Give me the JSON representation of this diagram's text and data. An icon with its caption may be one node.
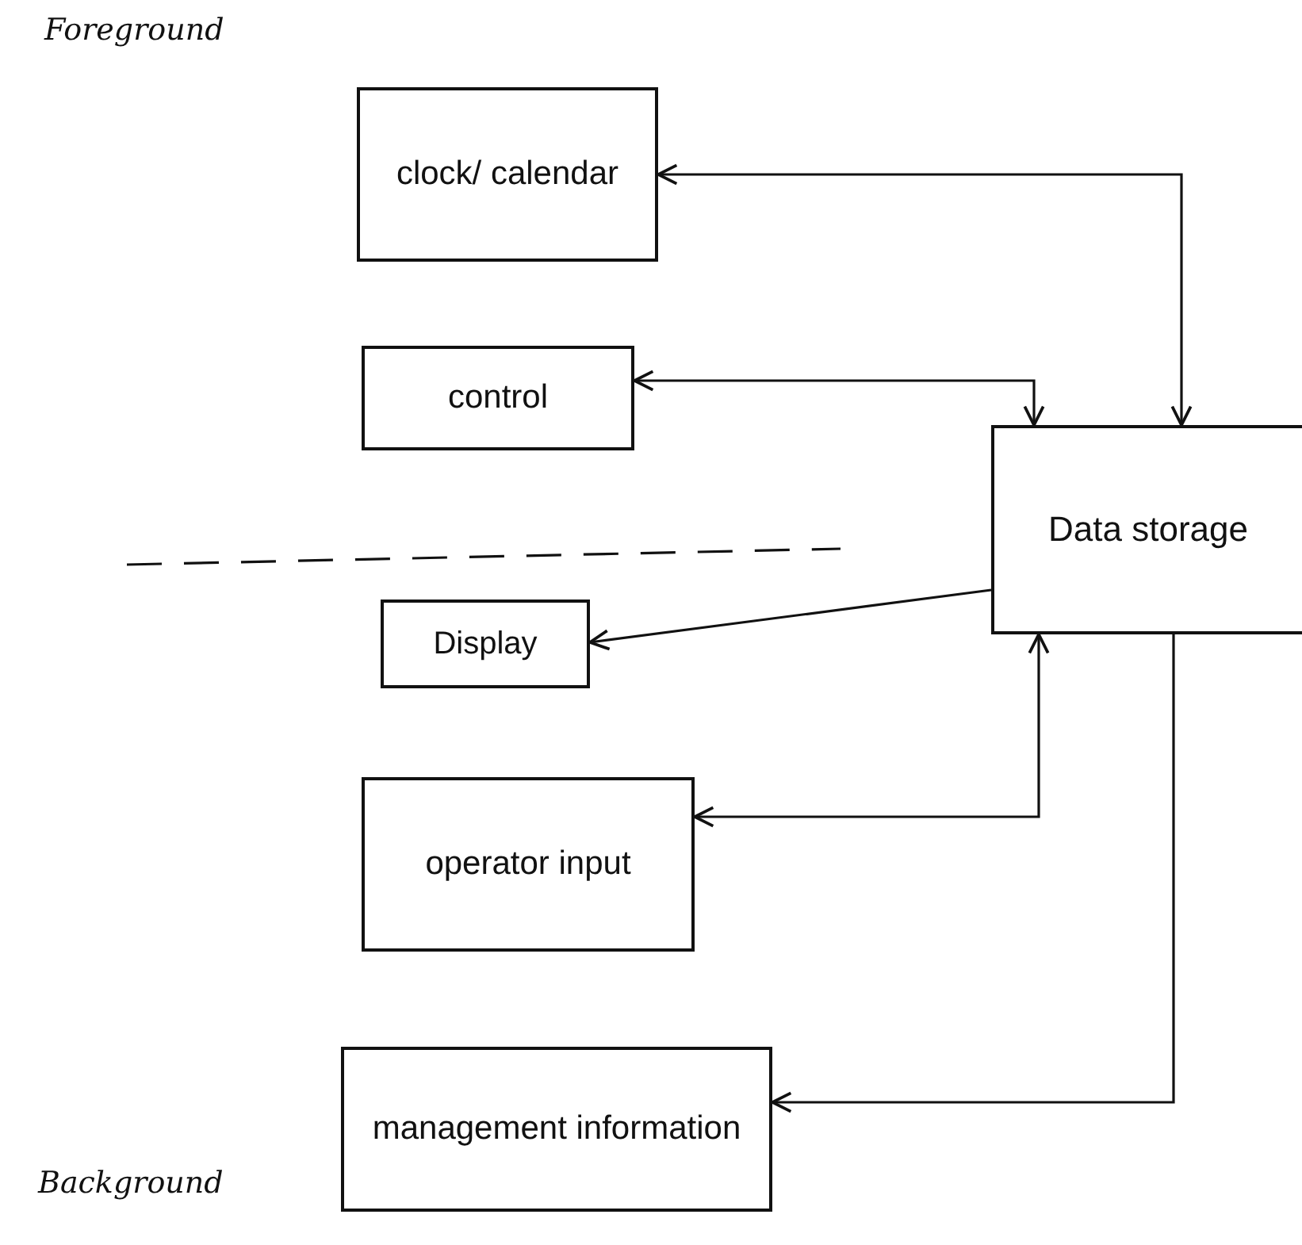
{
  "diagram": {
    "nodes": [
      {
        "text": [
          "clock/ calendar"
        ]
      },
      {
        "text": [
          "control"
        ]
      },
      {
        "text": [
          "Data storage"
        ]
      },
      {
        "text": [
          "Display"
        ]
      },
      {
        "text": [
          "operator input"
        ]
      },
      {
        "text": [
          "management information"
        ]
      }
    ],
    "edges": [
      {
        "from": 2,
        "to": 0,
        "arrow": "both"
      },
      {
        "from": 2,
        "to": 1,
        "arrow": "both"
      },
      {
        "from": 2,
        "to": 3,
        "arrow": "to"
      },
      {
        "from": 2,
        "to": 4,
        "arrow": "both"
      },
      {
        "from": 2,
        "to": 5,
        "arrow": "to"
      }
    ],
    "labels": [
      "Foreground",
      "Background"
    ]
  }
}
